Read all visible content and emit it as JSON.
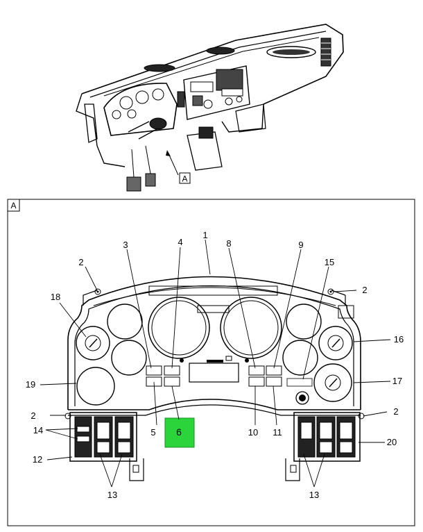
{
  "top_view": {
    "view_label": "A"
  },
  "detail_view": {
    "view_label": "A",
    "highlight": {
      "callout": "6",
      "color": "#2ad43a"
    },
    "callouts": [
      "1",
      "2",
      "2",
      "2",
      "2",
      "3",
      "4",
      "5",
      "8",
      "9",
      "10",
      "11",
      "12",
      "13",
      "13",
      "14",
      "15",
      "16",
      "17",
      "18",
      "19",
      "20"
    ]
  }
}
